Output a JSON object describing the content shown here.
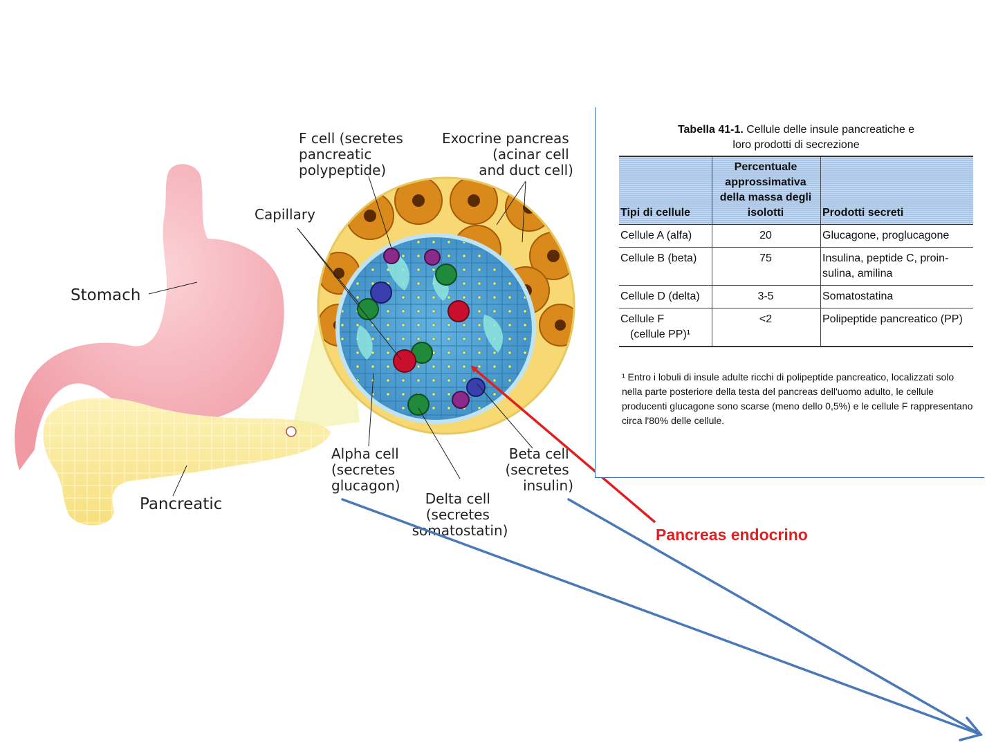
{
  "diagram": {
    "labels": {
      "stomach": "Stomach",
      "pancreatic": "Pancreatic",
      "capillary": "Capillary",
      "f_cell": [
        "F cell (secretes",
        "pancreatic",
        "polypeptide)"
      ],
      "exocrine": [
        "Exocrine pancreas",
        "(acinar cell",
        "and duct cell)"
      ],
      "alpha_cell": [
        "Alpha cell",
        "(secretes",
        "glucagon)"
      ],
      "delta_cell": [
        "Delta cell",
        "(secretes",
        "somatostatin)"
      ],
      "beta_cell": [
        "Beta cell",
        "(secretes",
        "insulin)"
      ]
    },
    "annotation": "Pancreas endocrino",
    "colors": {
      "stomach": "#f4a9b0",
      "pancreas": "#fbeaa0",
      "islet": "#4f9fd0",
      "acinar": "#d98a1a",
      "alpha_cell": "#1f8a3a",
      "beta_cell": "#c8102e",
      "delta_cell": "#3a3fb0",
      "f_cell": "#8a2a8a",
      "annotation_arrow": "#e02020",
      "blue_arrows": "#4a78b8"
    }
  },
  "table": {
    "title_bold": "Tabella 41-1.",
    "title_rest": " Cellule delle insule pancreatiche e",
    "title_line2": "loro prodotti di secrezione",
    "headers": {
      "col1": "Tipi di cellule",
      "col2": "Percentuale approssimativa della massa degli isolotti",
      "col3": "Prodotti secreti"
    },
    "rows": [
      {
        "type": "Cellule A (alfa)",
        "type2": "",
        "percent": "20",
        "products": "Glucagone, proglucagone"
      },
      {
        "type": "Cellule B (beta)",
        "type2": "",
        "percent": "75",
        "products": "Insulina, peptide C, proin-sulina, amilina"
      },
      {
        "type": "Cellule D (delta)",
        "type2": "",
        "percent": "3-5",
        "products": "Somatostatina"
      },
      {
        "type": "Cellule F",
        "type2": "(cellule PP)¹",
        "percent": "<2",
        "products": "Polipeptide pancreatico (PP)"
      }
    ],
    "footnote": "¹ Entro i lobuli di insule adulte ricchi di polipeptide pancreatico, localizzati solo nella parte posteriore della testa del pancreas dell'uomo adulto, le cellule producenti glucagone sono scarse (meno dello 0,5%) e le cellule F rappresentano circa l'80% delle cellule."
  }
}
